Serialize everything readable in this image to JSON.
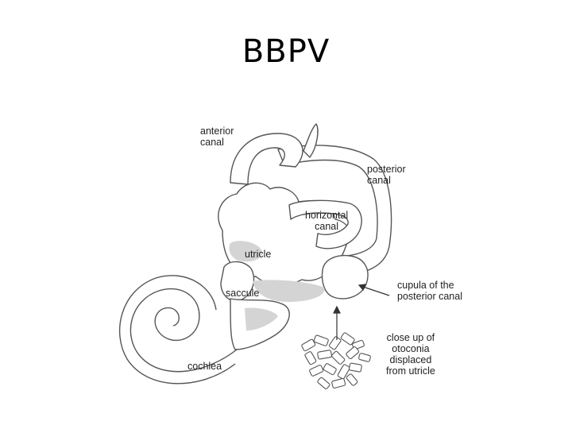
{
  "slide": {
    "title": "BBPV"
  },
  "labels": {
    "anterior_canal": "anterior\ncanal",
    "posterior_canal": "posterior\ncanal",
    "horizontal_canal": "horizontal\ncanal",
    "utricle": "utricle",
    "saccule": "saccule",
    "cupula": "cupula of the\nposterior canal",
    "otoconia": "close up of\notoconia\ndisplaced\nfrom utricle",
    "cochlea": "cochlea"
  },
  "colors": {
    "outline": "#555555",
    "membrane": "#d4d4d4",
    "fill": "#ffffff",
    "text": "#222222"
  }
}
